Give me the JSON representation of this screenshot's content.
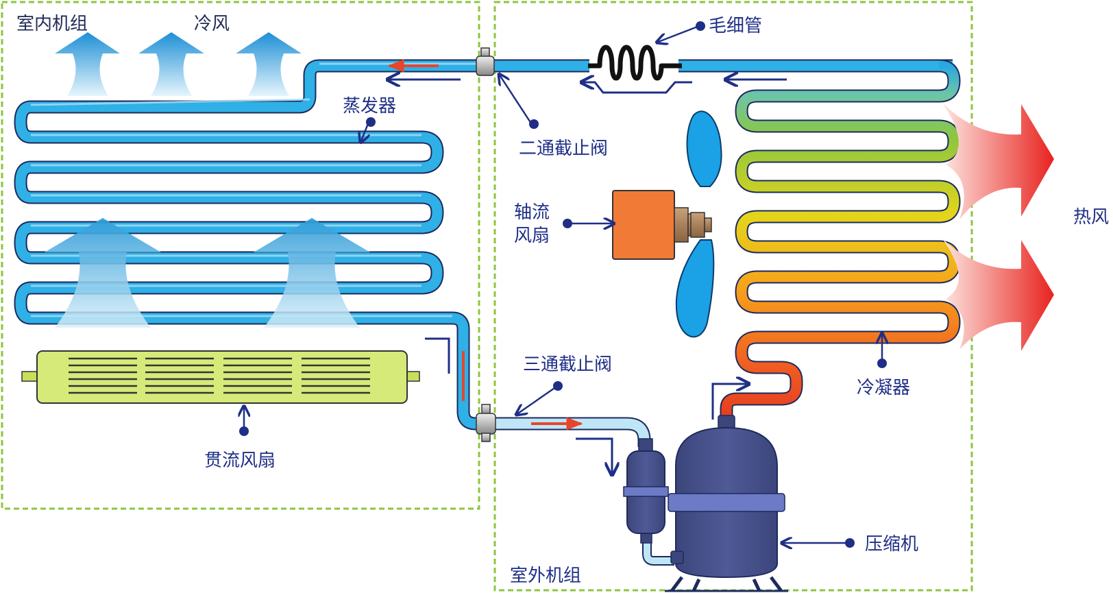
{
  "labels": {
    "indoor_unit": "室内机组",
    "cold_air": "冷风",
    "evaporator": "蒸发器",
    "cross_flow_fan": "贯流风扇",
    "capillary_tube": "毛细管",
    "two_way_valve": "二通截止阀",
    "three_way_valve": "三通截止阀",
    "axial_fan_line1": "轴流",
    "axial_fan_line2": "风扇",
    "condenser": "冷凝器",
    "hot_air": "热风",
    "compressor": "压缩机",
    "outdoor_unit": "室外机组"
  },
  "colors": {
    "unit_border": "#8cc63f",
    "label_text": "#1f2f86",
    "pipe_cold": "#29a8e0",
    "pipe_cold_light": "#bfe6f7",
    "pipe_hot": "#e53a1e",
    "pipe_warm": "#f7a21b",
    "pipe_mid": "#8cc63f",
    "compressor": "#465189",
    "motor": "#f07a36",
    "fan_blade": "#1aa1e6",
    "cross_fan_body": "#d6ea7a",
    "arrow_red": "#e8452a",
    "arrow_navy": "#1f2f86"
  }
}
